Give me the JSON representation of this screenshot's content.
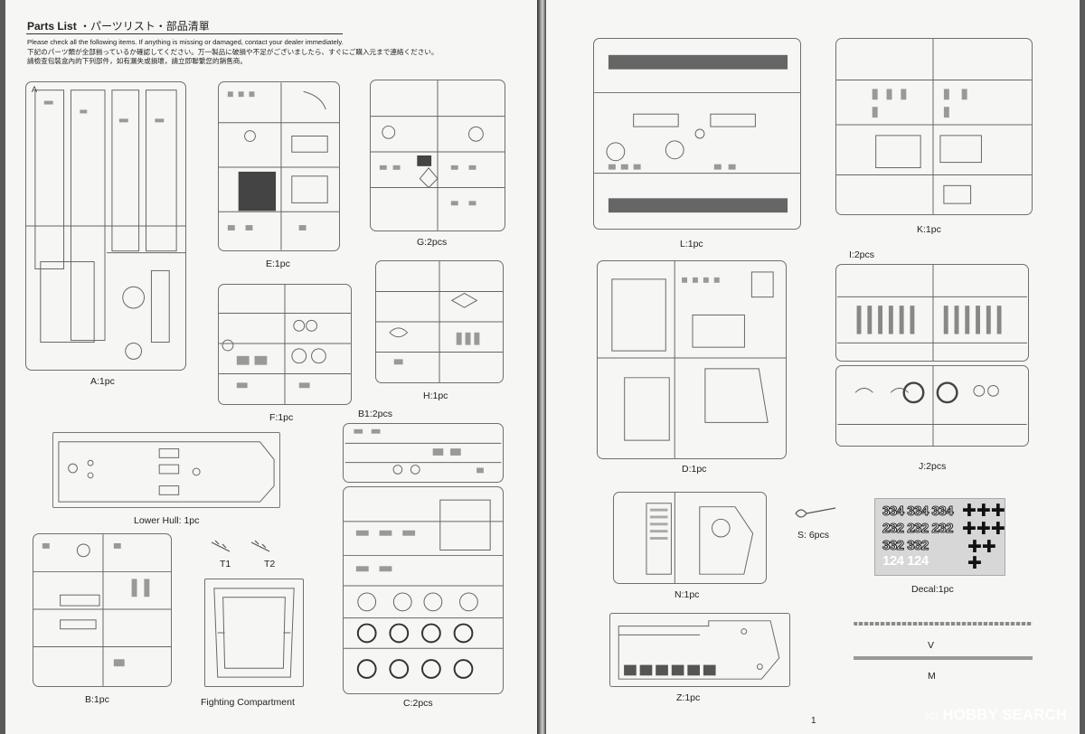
{
  "header": {
    "title_en": "Parts List",
    "title_jp": "・パーツリスト・部品清單",
    "line_en": "Please check all the following items. If anything is missing or damaged, contact your dealer immediately.",
    "line_jp": "下記のパーツ類が全部揃っているか確認してください。万一製品に破損や不足がございましたら、すぐにご購入元まで連絡ください。",
    "line_cn": "請檢查包裝盒內的下列部件，如有漏失或損壞，請立即聯繫您的銷售商。"
  },
  "parts": {
    "A": "A:1pc",
    "E": "E:1pc",
    "G": "G:2pcs",
    "F": "F:1pc",
    "H": "H:1pc",
    "B1": "B1:2pcs",
    "lower_hull": "Lower Hull: 1pc",
    "C": "C:2pcs",
    "B": "B:1pc",
    "T1": "T1",
    "T2": "T2",
    "fighting": "Fighting Compartment",
    "L": "L:1pc",
    "K": "K:1pc",
    "I": "I:2pcs",
    "D": "D:1pc",
    "J": "J:2pcs",
    "N": "N:1pc",
    "S": "S: 6pcs",
    "decal": "Decal:1pc",
    "V": "V",
    "M": "M",
    "Z": "Z:1pc"
  },
  "decal_rows": [
    "334 334 334",
    "232 232 232",
    "332 332",
    "124 124"
  ],
  "page_number": "1",
  "watermark": {
    "copy": "(C)",
    "brand": "HOBBY SEARCH"
  }
}
